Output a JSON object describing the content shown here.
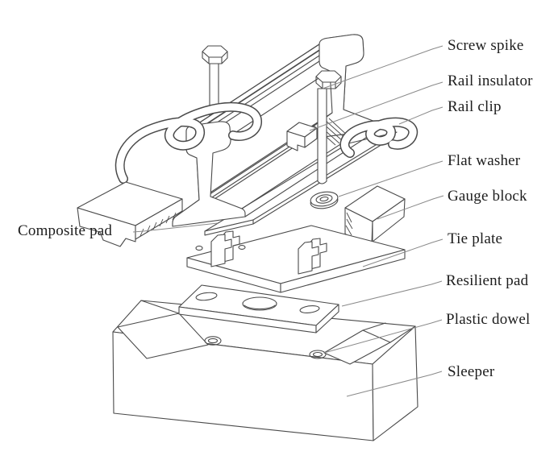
{
  "figure": {
    "kind": "exploded-view-line-drawing",
    "subject": "rail fastening system components"
  },
  "labels": [
    {
      "id": "screw-spike",
      "text": "Screw spike"
    },
    {
      "id": "rail-insulator",
      "text": "Rail insulator"
    },
    {
      "id": "rail-clip",
      "text": "Rail clip"
    },
    {
      "id": "flat-washer",
      "text": "Flat washer"
    },
    {
      "id": "gauge-block",
      "text": "Gauge block"
    },
    {
      "id": "tie-plate",
      "text": "Tie plate"
    },
    {
      "id": "resilient-pad",
      "text": "Resilient pad"
    },
    {
      "id": "plastic-dowel",
      "text": "Plastic dowel"
    },
    {
      "id": "sleeper",
      "text": "Sleeper"
    },
    {
      "id": "composite-pad",
      "text": "Composite pad"
    }
  ],
  "colors": {
    "background": "#ffffff",
    "line": "#4a4a4a",
    "leader_line": "#8a8a8a",
    "label_text": "#1d1d1d"
  }
}
